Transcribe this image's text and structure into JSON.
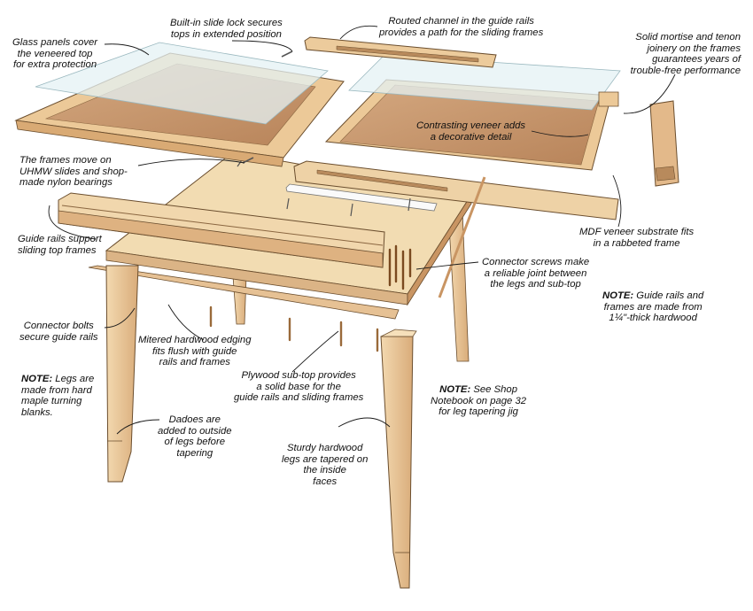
{
  "colors": {
    "wood_light": "#f0d4a8",
    "wood_mid": "#e3b98a",
    "wood_dark": "#c99563",
    "veneer": "#c99a72",
    "glass": "#dfeff2",
    "outline": "#6b4e2e",
    "leader": "#1a1a1a",
    "bolt": "#9a6a3a"
  },
  "callouts": {
    "glass_panels": [
      "Glass panels cover",
      "the veneered top",
      "for extra protection"
    ],
    "slide_lock": [
      "Built-in slide lock secures",
      "tops in extended position"
    ],
    "routed_channel": [
      "Routed channel in the guide rails",
      "provides a path for the sliding frames"
    ],
    "mortise_tenon": [
      "Solid mortise and tenon",
      "joinery on the frames",
      "guarantees years of",
      "trouble-free performance"
    ],
    "contrasting_veneer": [
      "Contrasting veneer adds",
      "a decorative detail"
    ],
    "frames_move": [
      "The frames move on",
      "UHMW slides and shop-",
      "made nylon bearings"
    ],
    "mdf_substrate": [
      "MDF veneer substrate fits",
      "in a rabbeted frame"
    ],
    "guide_rails_support": [
      "Guide rails support",
      "sliding top frames"
    ],
    "connector_screws": [
      "Connector screws make",
      "a reliable joint between",
      "the legs and sub-top"
    ],
    "note_rails": {
      "label": "NOTE:",
      "lines": [
        " Guide rails and",
        "frames are made from",
        "1¼\"-thick hardwood"
      ]
    },
    "connector_bolts": [
      "Connector bolts",
      "secure guide rails"
    ],
    "mitered_edging": [
      "Mitered hardwood edging",
      "fits flush with guide",
      "rails and frames"
    ],
    "note_legs": {
      "label": "NOTE:",
      "lines": [
        " Legs are",
        "made from hard",
        "maple turning",
        "blanks."
      ]
    },
    "plywood_subtop": [
      "Plywood sub-top provides",
      "a solid base for the",
      "guide rails and sliding frames"
    ],
    "note_jig": {
      "label": "NOTE:",
      "lines": [
        " See Shop",
        "Notebook on page 32",
        "for leg tapering jig"
      ]
    },
    "dadoes": [
      "Dadoes are",
      "added to outside",
      "of legs before",
      "tapering"
    ],
    "sturdy_legs": [
      "Sturdy hardwood",
      "legs are tapered on",
      "the inside",
      "faces"
    ]
  }
}
